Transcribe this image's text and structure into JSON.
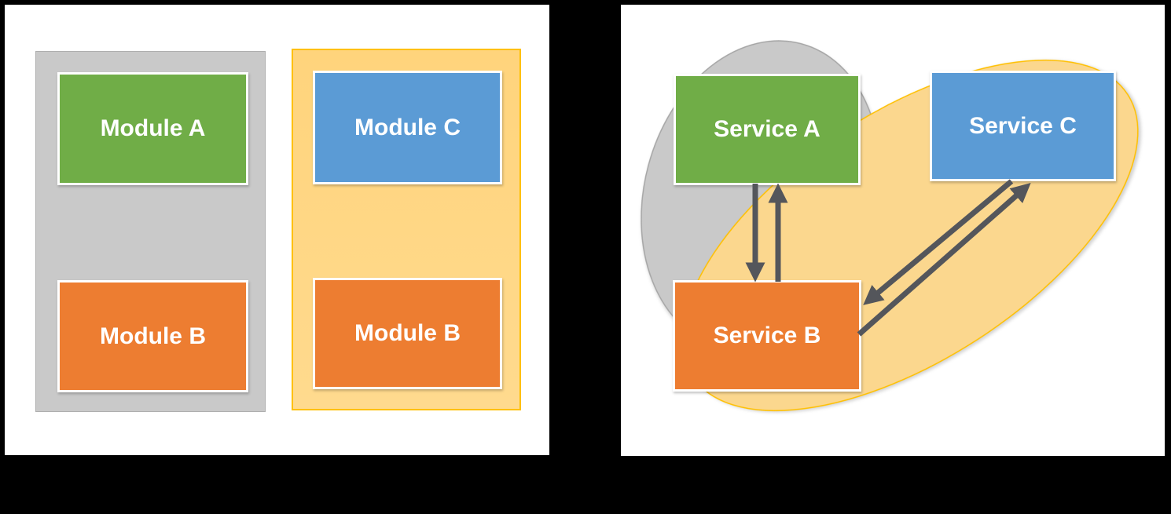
{
  "background": "#000000",
  "colors": {
    "panel": "#FFFFFF",
    "green": "#70AD47",
    "orange": "#ED7D31",
    "blue": "#5B9BD5",
    "gray_fill": "#C9C9C9",
    "gray_stroke": "#A6A6A6",
    "yellow_fill": "#FFD78A",
    "yellow_stroke": "#FFC000",
    "arrow": "#54565B",
    "box_border": "#FFFFFF",
    "label_text": "#FFFFFF"
  },
  "left_panel": {
    "containers": [
      {
        "kind": "gray-rectangle",
        "modules": [
          {
            "label": "Module A",
            "color": "green"
          },
          {
            "label": "Module B",
            "color": "orange"
          }
        ]
      },
      {
        "kind": "yellow-rectangle",
        "modules": [
          {
            "label": "Module C",
            "color": "blue"
          },
          {
            "label": "Module B",
            "color": "orange"
          }
        ]
      }
    ]
  },
  "right_panel": {
    "groups": [
      {
        "kind": "gray-ellipse",
        "contains": [
          "Service A"
        ]
      },
      {
        "kind": "yellow-ellipse",
        "contains": [
          "Service B",
          "Service C"
        ]
      }
    ],
    "services": [
      {
        "label": "Service A",
        "color": "green"
      },
      {
        "label": "Service C",
        "color": "blue"
      },
      {
        "label": "Service B",
        "color": "orange"
      }
    ],
    "arrows": [
      {
        "from": "Service A",
        "to": "Service B"
      },
      {
        "from": "Service B",
        "to": "Service A"
      },
      {
        "from": "Service B",
        "to": "Service C"
      },
      {
        "from": "Service C",
        "to": "Service B"
      }
    ]
  }
}
